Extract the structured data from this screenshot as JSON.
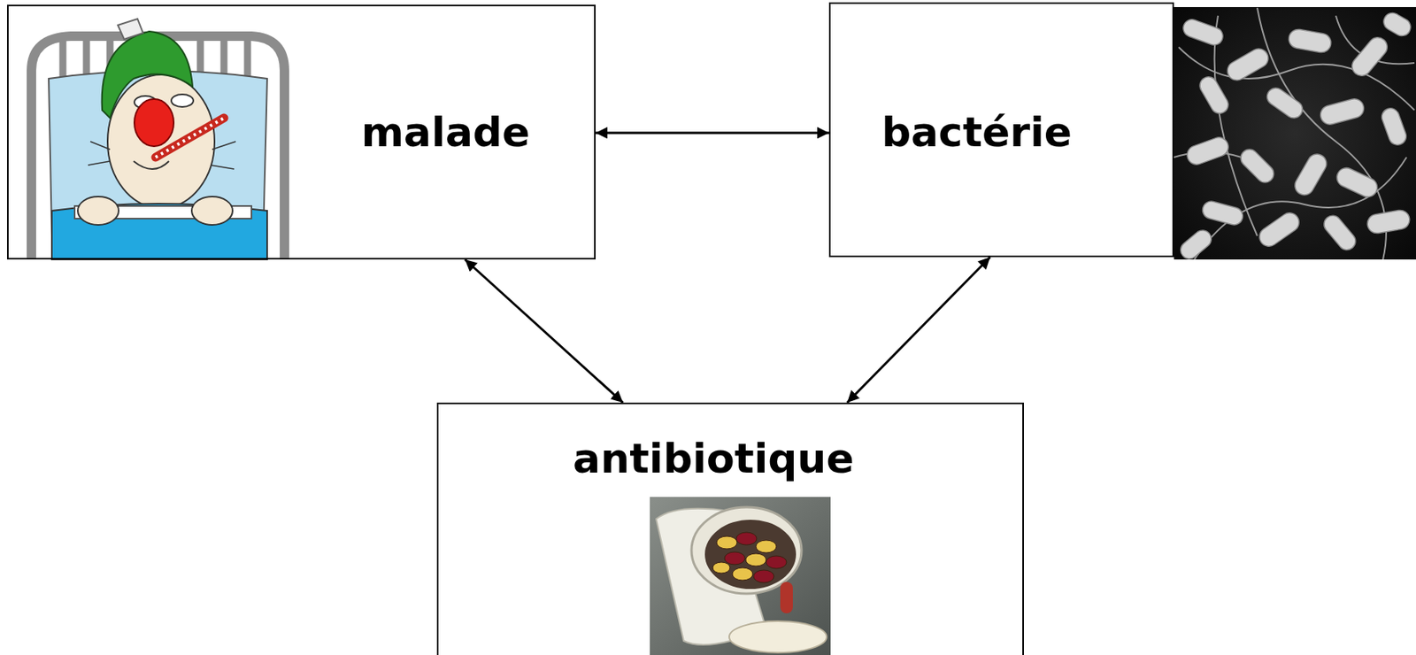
{
  "diagram": {
    "nodes": [
      {
        "text": [
          "malade"
        ]
      },
      {
        "text": [
          "bactérie"
        ]
      },
      {
        "text": [
          "antibiotique"
        ]
      }
    ],
    "edges": [
      {
        "from": 0,
        "to": 1,
        "arrow": "both"
      },
      {
        "from": 0,
        "to": 2,
        "arrow": "both"
      },
      {
        "from": 1,
        "to": 2,
        "arrow": "both"
      }
    ]
  }
}
